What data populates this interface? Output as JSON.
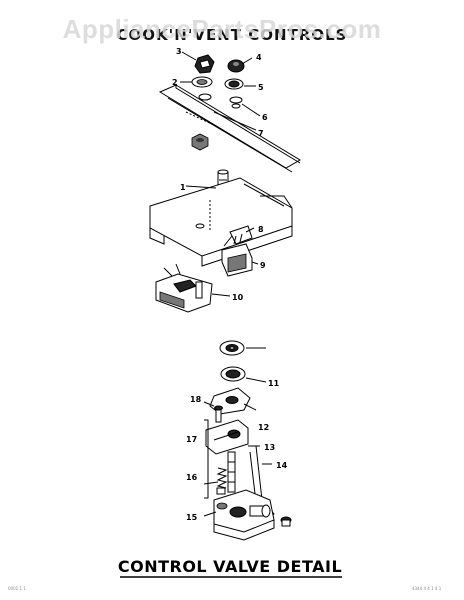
{
  "header_title": "COOK'N'VENT CONTROLS",
  "watermark": "AppliancePartsPros.com",
  "caption": "CONTROL VALVE DETAIL",
  "footer_left": "0001 1 1",
  "footer_right": "4344 4 4 1 4 1",
  "callouts": {
    "c1": "1",
    "c2": "2",
    "c3": "3",
    "c4": "4",
    "c5": "5",
    "c6": "6",
    "c7": "7",
    "c8": "8",
    "c9": "9",
    "c10": "10",
    "c11": "11",
    "c12": "12",
    "c13": "13",
    "c14": "14",
    "c15": "15",
    "c16": "16",
    "c17": "17",
    "c18": "18"
  }
}
